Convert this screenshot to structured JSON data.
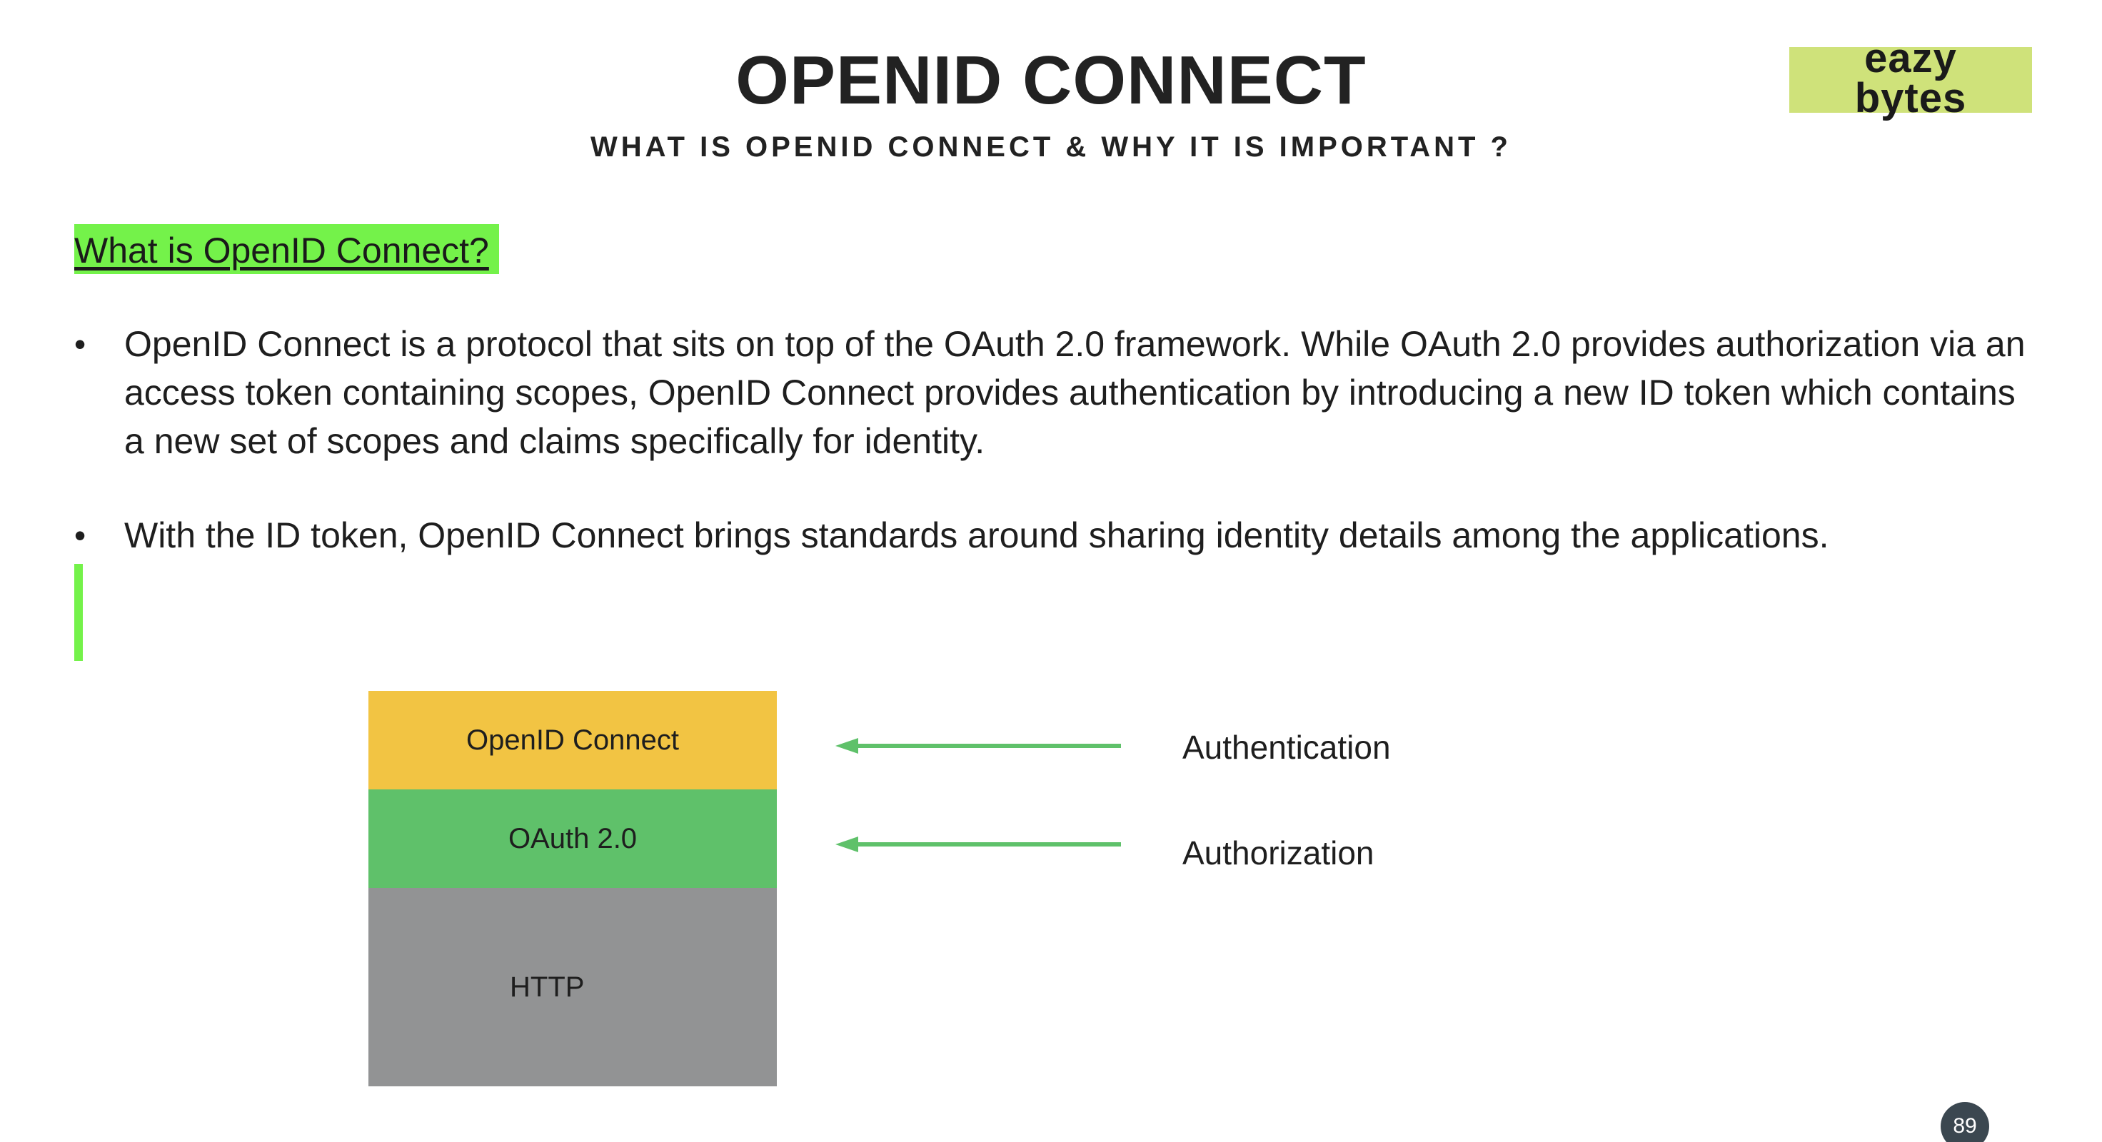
{
  "header": {
    "title": "OPENID CONNECT",
    "subtitle": "WHAT IS OPENID CONNECT & WHY IT IS IMPORTANT ?"
  },
  "logo": {
    "line1": "eazy",
    "line2": "bytes",
    "background_color": "#cfe27a"
  },
  "section": {
    "heading": "What is OpenID Connect?",
    "highlight_color": "#74f24a"
  },
  "bullets": [
    {
      "marker": "•",
      "text": "OpenID Connect is a protocol that sits on top of the OAuth 2.0 framework. While OAuth 2.0 provides authorization via an access token containing scopes, OpenID Connect provides authentication by introducing a new ID token which contains a new set of scopes and claims specifically for identity."
    },
    {
      "marker": "•",
      "text": "With the ID token, OpenID Connect brings standards around sharing identity details among the applications."
    }
  ],
  "diagram": {
    "layers": [
      {
        "label": "OpenID Connect",
        "color": "#f2c443"
      },
      {
        "label": "OAuth 2.0",
        "color": "#5fc16a"
      },
      {
        "label": "HTTP",
        "color": "#929394"
      }
    ],
    "arrows": [
      {
        "label": "Authentication",
        "color": "#5fc16a"
      },
      {
        "label": "Authorization",
        "color": "#5fc16a"
      }
    ]
  },
  "footer": {
    "page_number": "89"
  }
}
